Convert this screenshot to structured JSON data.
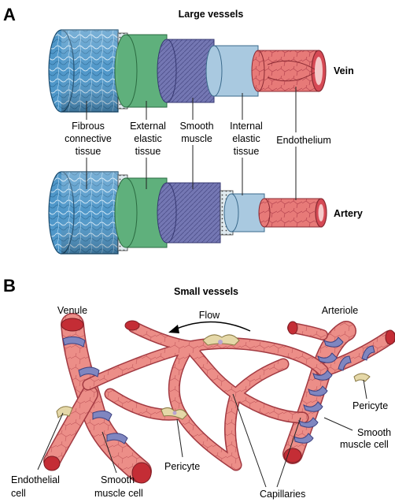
{
  "panel_a": {
    "letter": "A",
    "title": "Large vessels",
    "vein_label": "Vein",
    "artery_label": "Artery",
    "layers": [
      {
        "line1": "Fibrous",
        "line2": "connective",
        "line3": "tissue"
      },
      {
        "line1": "External",
        "line2": "elastic",
        "line3": "tissue"
      },
      {
        "line1": "Smooth",
        "line2": "muscle",
        "line3": ""
      },
      {
        "line1": "Internal",
        "line2": "elastic",
        "line3": "tissue"
      },
      {
        "line1": "Endothelium",
        "line2": "",
        "line3": ""
      }
    ]
  },
  "panel_b": {
    "letter": "B",
    "title": "Small vessels",
    "flow": "Flow",
    "venule": "Venule",
    "arteriole": "Arteriole",
    "pericyte_right": "Pericyte",
    "pericyte_bottom": "Pericyte",
    "smooth_right_1": "Smooth",
    "smooth_right_2": "muscle cell",
    "endothelial_1": "Endothelial",
    "endothelial_2": "cell",
    "smooth_bottom_1": "Smooth",
    "smooth_bottom_2": "muscle cell",
    "capillaries": "Capillaries"
  },
  "colors": {
    "fibrous": "#4f97c9",
    "external_elastic": "#5fb07c",
    "smooth_muscle": "#7477b3",
    "internal_elastic": "#9fc2dd",
    "endothelium": "#e56f70",
    "vessel": "#e98480",
    "vessel_dark": "#c42d35",
    "band": "#7f86c0",
    "pericyte": "#e5d8a8"
  }
}
